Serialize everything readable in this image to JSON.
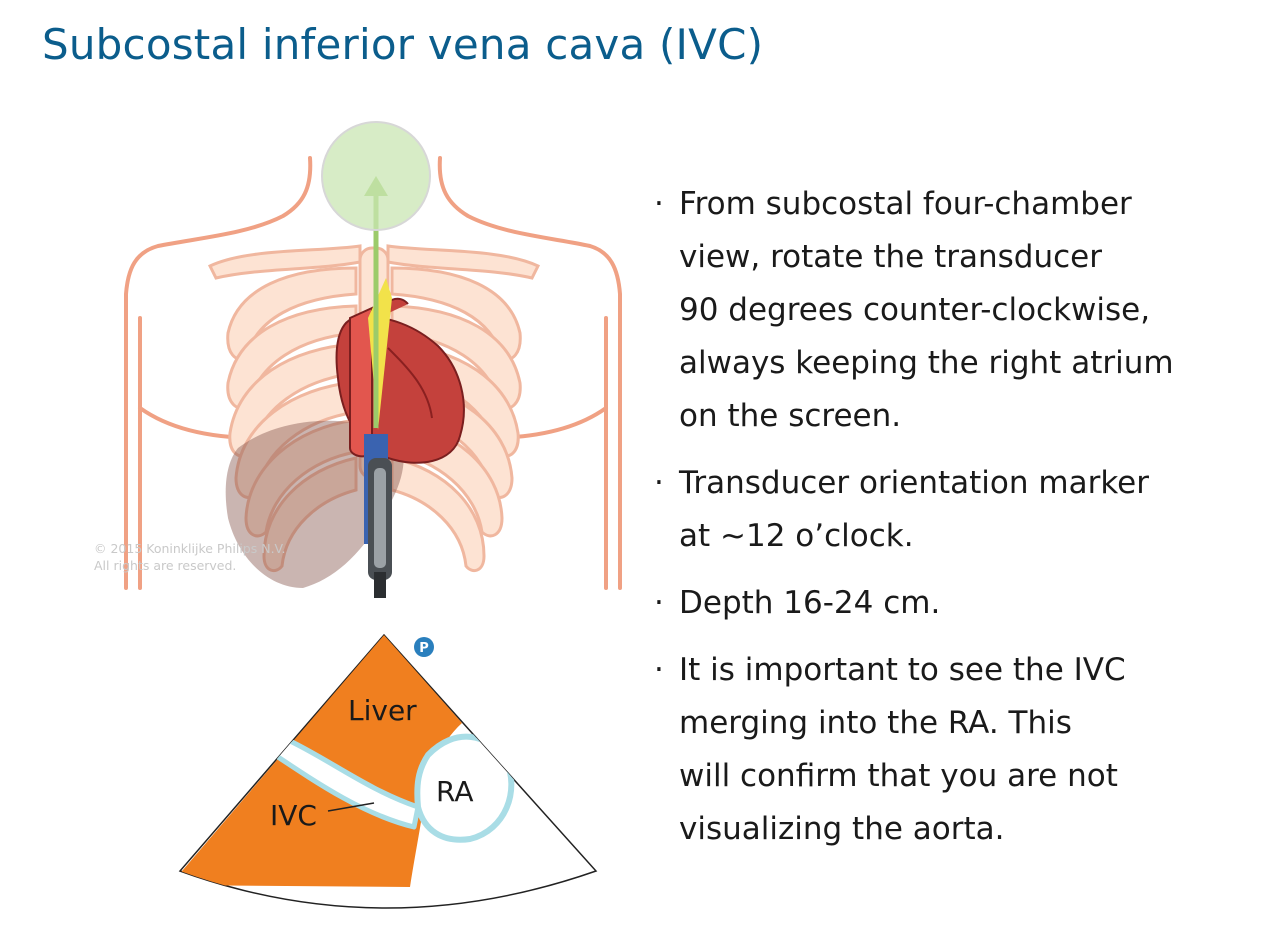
{
  "title": "Subcostal inferior vena cava (IVC)",
  "copyright": {
    "line1": "© 2015 Koninklijke Philips N.V.",
    "line2": "All rights are reserved."
  },
  "sector": {
    "liver_label": "Liver",
    "ra_label": "RA",
    "ivc_label": "IVC",
    "marker_letter": "P"
  },
  "bullets": [
    {
      "lines": [
        "From subcostal four-chamber",
        "view, rotate the transducer",
        "90 degrees counter-clockwise,",
        "always keeping the right atrium",
        "on the screen."
      ]
    },
    {
      "lines": [
        "Transducer orientation marker",
        "at ~12 o’clock."
      ]
    },
    {
      "lines": [
        "Depth 16-24 cm."
      ]
    },
    {
      "lines": [
        "It is important to see the IVC",
        "merging into the RA. This",
        "will confirm that you are not",
        "visualizing the aorta."
      ]
    }
  ],
  "colors": {
    "title": "#0b5d8c",
    "liver": "#f07f1f",
    "vessel_outline": "#a9dde6",
    "marker": "#2a7fbd",
    "body_outline": "#f0a184",
    "rib_fill": "#fde3d3",
    "heart": "#c4413c",
    "transducer": "#4a4f54"
  },
  "icons": {
    "torso": "chest-anatomy-illustration",
    "marker": "orientation-marker-icon"
  }
}
